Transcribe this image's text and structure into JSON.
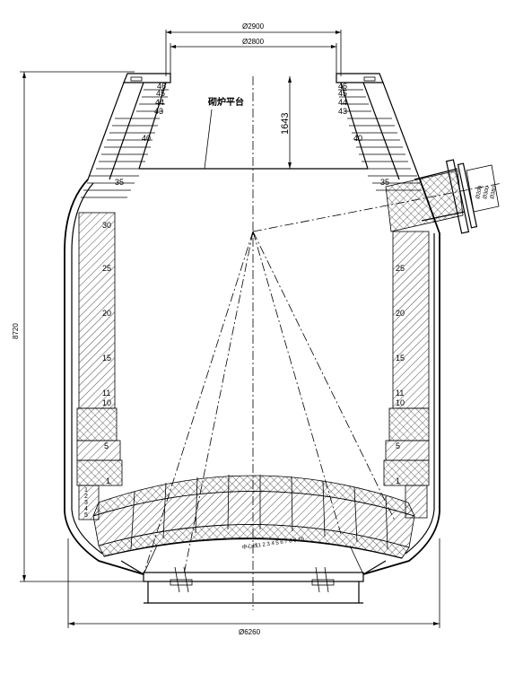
{
  "dimensions": {
    "top_outer_diameter": "Ø2900",
    "top_inner_diameter": "Ø2800",
    "shell_diameter": "Ø6260",
    "total_height": "8720",
    "cone_height": "1643"
  },
  "annotations": {
    "platform_label": "砌炉平台",
    "bottom_note": "中心线1 2 3 4 5 6 7 8 9 10"
  },
  "layer_numbers": {
    "cone_top": [
      "46",
      "45",
      "44",
      "43"
    ],
    "cone_mid": "40",
    "cone_low": "35",
    "wall": [
      "30",
      "25",
      "20",
      "15",
      "11",
      "10",
      "5",
      "1"
    ],
    "bottom_rows": [
      "1",
      "2",
      "3",
      "4",
      "5",
      "6"
    ]
  },
  "nozzle": {
    "labels": [
      "Ø200",
      "Ø300",
      "Ø380"
    ]
  }
}
